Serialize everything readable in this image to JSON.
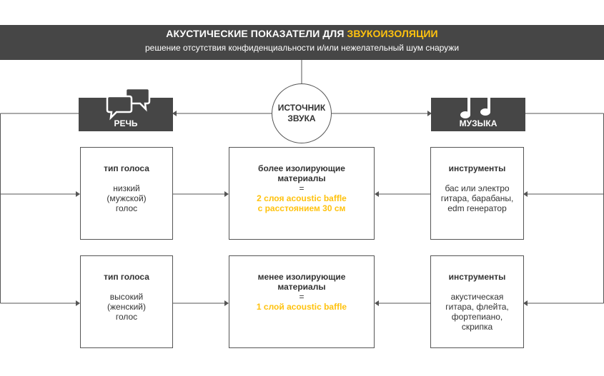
{
  "header": {
    "title_prefix": "АКУСТИЧЕСКИЕ ПОКАЗАТЕЛИ ДЛЯ ",
    "title_highlight": "ЗВУКОИЗОЛЯЦИИ",
    "subtitle": "решение отсутствия конфиденциальности и/или нежелательный шум снаружи"
  },
  "source": {
    "line1": "ИСТОЧНИК",
    "line2": "ЗВУКА"
  },
  "speech": {
    "label": "РЕЧЬ",
    "icon": "speech-bubbles-icon"
  },
  "music": {
    "label": "МУЗЫКА",
    "icon": "music-note-icon"
  },
  "left_boxes": [
    {
      "title": "тип голоса",
      "lines": [
        "низкий",
        "(мужской)",
        "голос"
      ]
    },
    {
      "title": "тип голоса",
      "lines": [
        "высокий",
        "(женский)",
        "голос"
      ]
    }
  ],
  "center_boxes": [
    {
      "title_lines": [
        "более изолирующие",
        "материалы"
      ],
      "eq": "=",
      "hl_lines": [
        "2 слоя acoustic baffle",
        "с расстоянием 30 см"
      ]
    },
    {
      "title_lines": [
        "менее изолирующие",
        "материалы"
      ],
      "eq": "=",
      "hl_lines": [
        "1 слой acoustic baffle"
      ]
    }
  ],
  "right_boxes": [
    {
      "title": "инструменты",
      "lines": [
        "бас или электро",
        "гитара, барабаны,",
        "edm генератор"
      ]
    },
    {
      "title": "инструменты",
      "lines": [
        "акустическая",
        "гитара, флейта,",
        "фортепиано,",
        "скрипка"
      ]
    }
  ],
  "colors": {
    "banner": "#464646",
    "accent": "#ffc20e",
    "line": "#555555"
  }
}
